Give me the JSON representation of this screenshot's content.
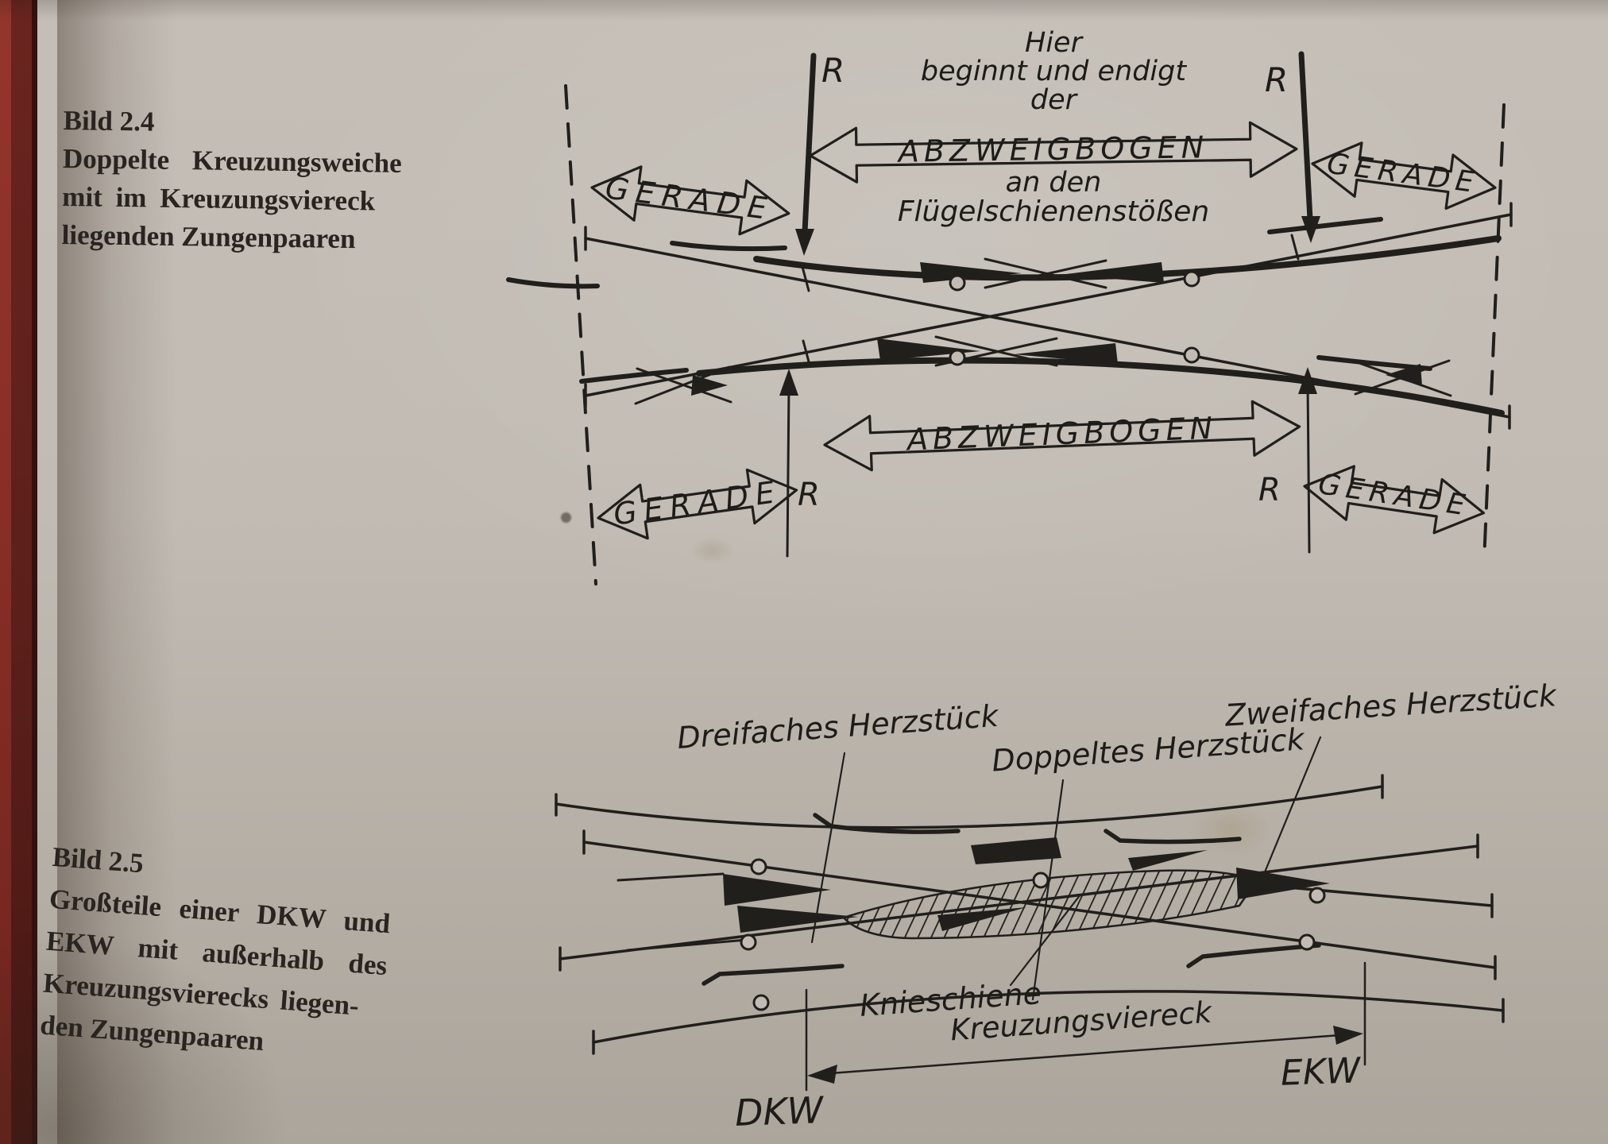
{
  "figure24": {
    "caption": {
      "title": "Bild 2.4",
      "line2": "Doppelte Kreuzungsweiche",
      "line3": "mit im Kreuzungsviereck",
      "line4": "liegenden Zungenpaaren"
    },
    "annotation": {
      "hier": "Hier",
      "beginnt": "beginnt und endigt",
      "der": "der",
      "an_den": "an den",
      "fluegelschienen": "Flügelschienenstößen"
    },
    "arrows": {
      "gerade_top_left": "GERADE",
      "abzweigbogen_top": "ABZWEIGBOGEN",
      "gerade_top_right": "GERADE",
      "abzweigbogen_bottom": "ABZWEIGBOGEN",
      "gerade_bottom_left": "GERADE",
      "gerade_bottom_right": "GERADE"
    },
    "radius_marks": {
      "top_left": "R",
      "top_right": "R",
      "bottom_left": "R",
      "bottom_right": "R"
    }
  },
  "figure25": {
    "caption": {
      "title": "Bild 2.5",
      "line2": "Großteile einer DKW und",
      "line3": "EKW mit außerhalb des",
      "line4": "Kreuzungsvierecks liegen-",
      "line5": "den Zungenpaaren"
    },
    "labels": {
      "dreifaches": "Dreifaches Herzstück",
      "doppeltes": "Doppeltes Herzstück",
      "zweifaches": "Zweifaches Herzstück",
      "knieschiene": "Knieschiene",
      "kreuzungsviereck": "Kreuzungsviereck",
      "dkw": "DKW",
      "ekw": "EKW"
    }
  },
  "colors": {
    "paper": "#c1bbb3",
    "ink": "#211f1c",
    "spine_red": "#8a2f27",
    "spine_tan": "#a57856"
  }
}
